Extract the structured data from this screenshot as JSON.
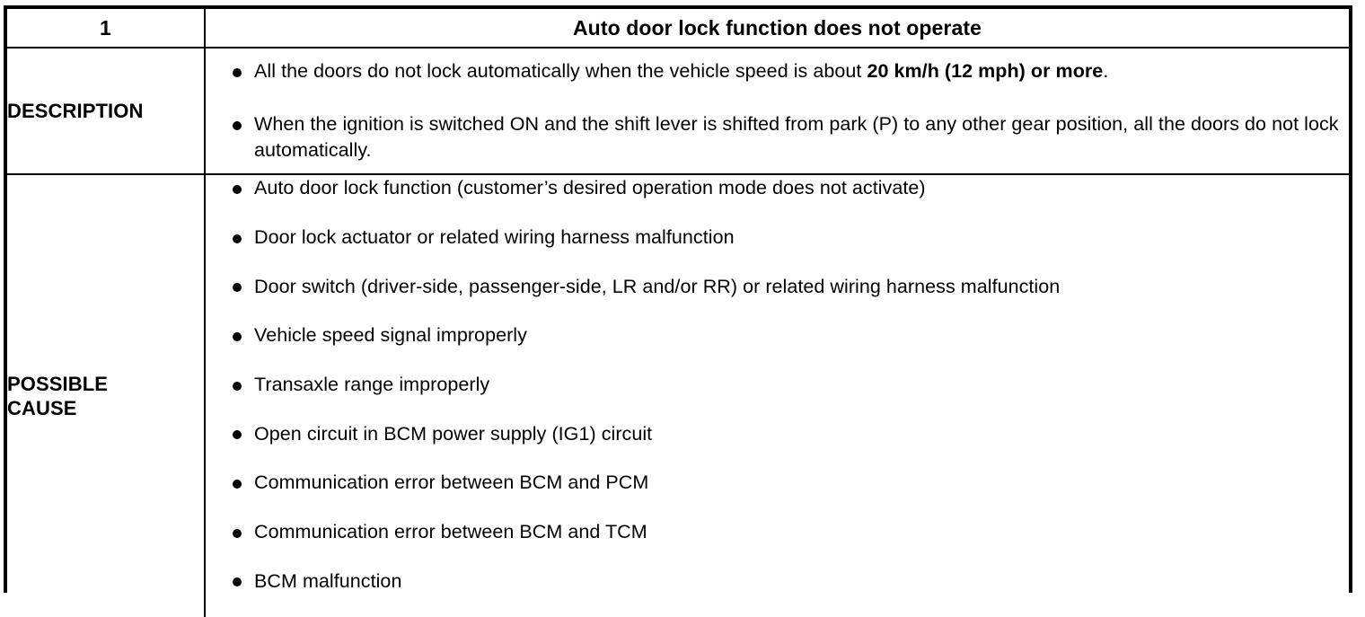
{
  "table": {
    "header": {
      "number": "1",
      "title": "Auto door lock function does not operate"
    },
    "rows": [
      {
        "label": "DESCRIPTION",
        "items": [
          {
            "parts": [
              {
                "text": "All the doors do not lock automatically when the vehicle speed is about ",
                "bold": false
              },
              {
                "text": "20 km/h (12 mph) or more",
                "bold": true
              },
              {
                "text": ".",
                "bold": false
              }
            ]
          },
          {
            "parts": [
              {
                "text": "When the ignition is switched ON and the shift lever is shifted from park (P) to any other gear position, all the doors do not lock automatically.",
                "bold": false
              }
            ]
          }
        ]
      },
      {
        "label": "POSSIBLE\nCAUSE",
        "items": [
          {
            "parts": [
              {
                "text": "Auto door lock function (customer’s desired operation mode does not activate)",
                "bold": false
              }
            ]
          },
          {
            "parts": [
              {
                "text": "Door lock actuator or related wiring harness malfunction",
                "bold": false
              }
            ]
          },
          {
            "parts": [
              {
                "text": "Door switch (driver-side, passenger-side, LR and/or RR) or related wiring harness malfunction",
                "bold": false
              }
            ]
          },
          {
            "parts": [
              {
                "text": "Vehicle speed signal improperly",
                "bold": false
              }
            ]
          },
          {
            "parts": [
              {
                "text": "Transaxle range improperly",
                "bold": false
              }
            ]
          },
          {
            "parts": [
              {
                "text": "Open circuit in BCM power supply (IG1) circuit",
                "bold": false
              }
            ]
          },
          {
            "parts": [
              {
                "text": "Communication error between BCM and PCM",
                "bold": false
              }
            ]
          },
          {
            "parts": [
              {
                "text": "Communication error between BCM and TCM",
                "bold": false
              }
            ]
          },
          {
            "parts": [
              {
                "text": "BCM malfunction",
                "bold": false
              }
            ]
          }
        ]
      }
    ],
    "colors": {
      "border": "#000000",
      "text": "#000000",
      "background": "#ffffff"
    }
  }
}
